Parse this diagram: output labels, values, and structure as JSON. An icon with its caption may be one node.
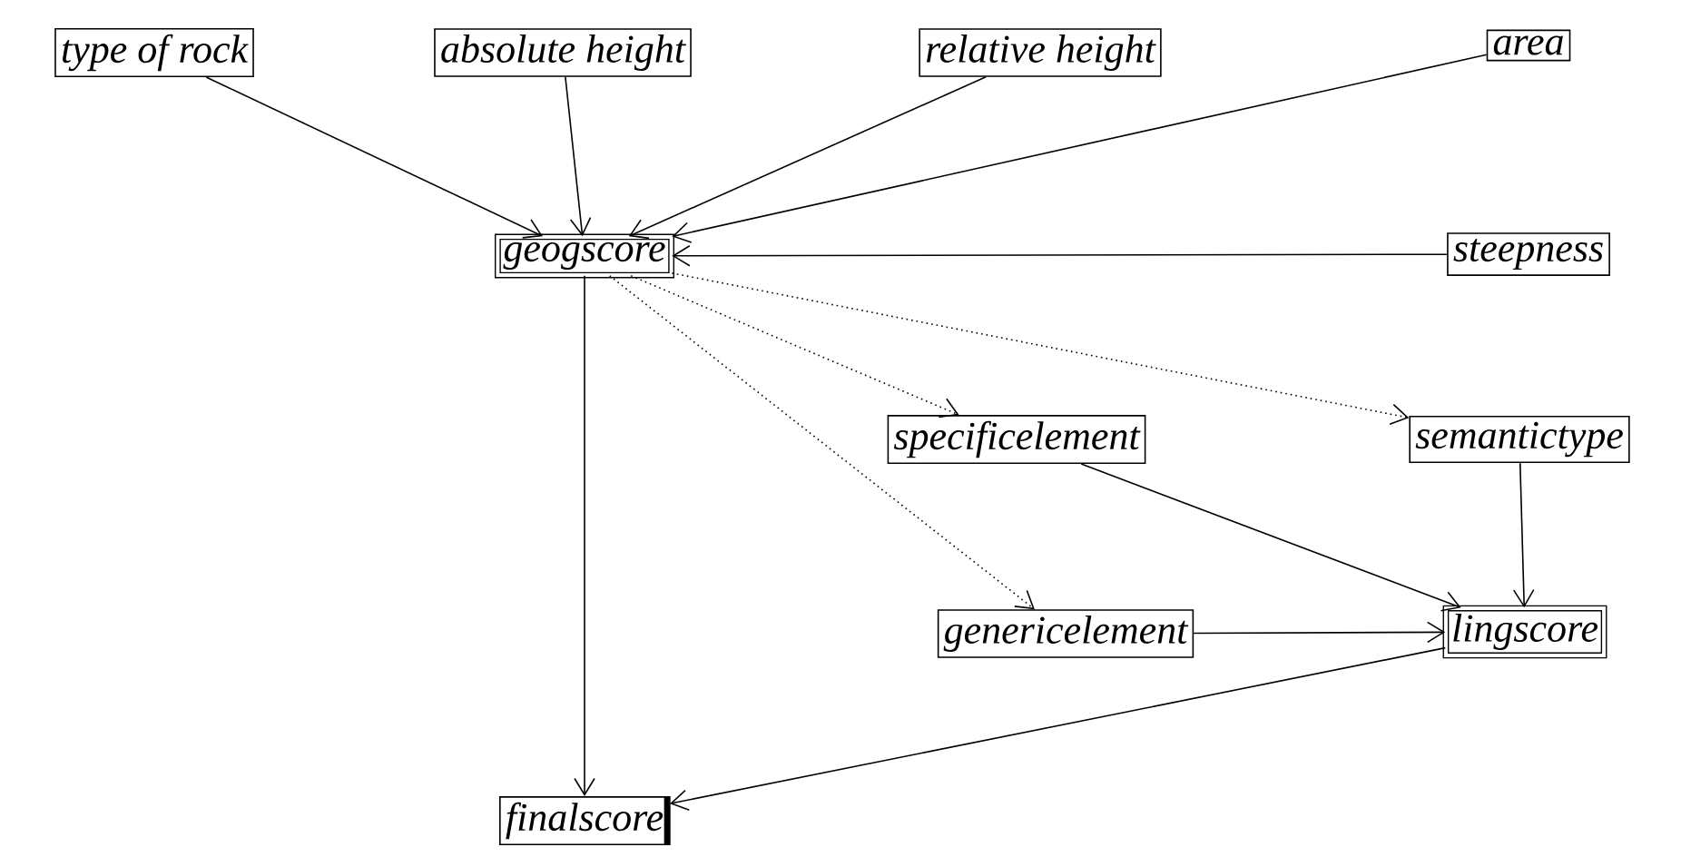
{
  "diagram": {
    "nodes": [
      {
        "text": [
          "type of rock"
        ]
      },
      {
        "text": [
          "absolute height"
        ]
      },
      {
        "text": [
          "relative height"
        ]
      },
      {
        "text": [
          "area"
        ]
      },
      {
        "text": [
          "geogscore"
        ]
      },
      {
        "text": [
          "steepness"
        ]
      },
      {
        "text": [
          "specificelement"
        ]
      },
      {
        "text": [
          "semantictype"
        ]
      },
      {
        "text": [
          "genericelement"
        ]
      },
      {
        "text": [
          "lingscore"
        ]
      },
      {
        "text": [
          "finalscore"
        ]
      }
    ],
    "edges": [
      {
        "from": 0,
        "to": 4,
        "arrow": "to"
      },
      {
        "from": 1,
        "to": 4,
        "arrow": "to"
      },
      {
        "from": 2,
        "to": 4,
        "arrow": "to"
      },
      {
        "from": 3,
        "to": 4,
        "arrow": "to"
      },
      {
        "from": 5,
        "to": 4,
        "arrow": "to"
      },
      {
        "from": 4,
        "to": 6,
        "arrow": "to",
        "style": "dashed"
      },
      {
        "from": 4,
        "to": 7,
        "arrow": "to",
        "style": "dashed"
      },
      {
        "from": 4,
        "to": 8,
        "arrow": "to",
        "style": "dashed"
      },
      {
        "from": 6,
        "to": 9,
        "arrow": "to"
      },
      {
        "from": 7,
        "to": 9,
        "arrow": "to"
      },
      {
        "from": 8,
        "to": 9,
        "arrow": "to"
      },
      {
        "from": 4,
        "to": 10,
        "arrow": "to"
      },
      {
        "from": 9,
        "to": 10,
        "arrow": "to"
      }
    ]
  }
}
